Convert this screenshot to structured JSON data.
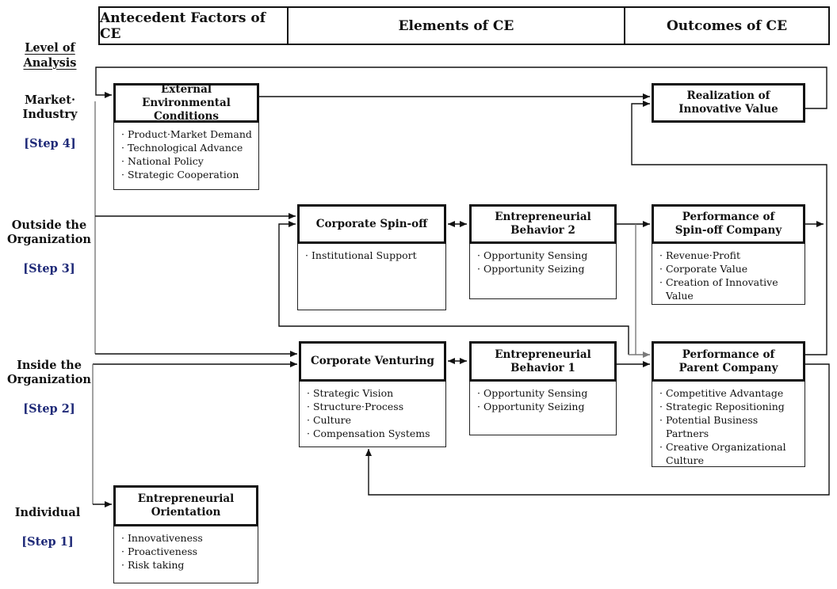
{
  "header": {
    "cells": [
      "Antecedent Factors of CE",
      "Elements of CE",
      "Outcomes of CE"
    ]
  },
  "sidebar": {
    "title": "Level of\nAnalysis",
    "levels": [
      {
        "label": "Market·\nIndustry",
        "step": "[Step 4]"
      },
      {
        "label": "Outside the\nOrganization",
        "step": "[Step 3]"
      },
      {
        "label": "Inside the\nOrganization",
        "step": "[Step 2]"
      },
      {
        "label": "Individual",
        "step": "[Step 1]"
      }
    ]
  },
  "boxes": {
    "ext_env": {
      "title": "External Environmental\nConditions",
      "bullets": [
        "Product·Market Demand",
        "Technological Advance",
        "National Policy",
        "Strategic Cooperation"
      ]
    },
    "realization": {
      "title": "Realization of\nInnovative Value"
    },
    "spin_off": {
      "title": "Corporate Spin-off",
      "bullets": [
        "Institutional Support"
      ]
    },
    "eb2": {
      "title": "Entrepreneurial\nBehavior 2",
      "bullets": [
        "Opportunity Sensing",
        "Opportunity Seizing"
      ]
    },
    "perf_spin_off": {
      "title": "Performance of\nSpin-off Company",
      "bullets": [
        "Revenue·Profit",
        "Corporate Value",
        "Creation of Innovative Value"
      ]
    },
    "venturing": {
      "title": "Corporate Venturing",
      "bullets": [
        "Strategic Vision",
        "Structure·Process",
        "Culture",
        "Compensation Systems"
      ]
    },
    "eb1": {
      "title": "Entrepreneurial\nBehavior 1",
      "bullets": [
        "Opportunity Sensing",
        "Opportunity Seizing"
      ]
    },
    "perf_parent": {
      "title": "Performance of\nParent Company",
      "bullets": [
        "Competitive Advantage",
        "Strategic Repositioning",
        "Potential Business Partners",
        "Creative Organizational Culture"
      ]
    },
    "eo": {
      "title": "Entrepreneurial\nOrientation",
      "bullets": [
        "Innovativeness",
        "Proactiveness",
        "Risk taking"
      ]
    }
  },
  "colors": {
    "step_label": "#1f2a78",
    "line": "#111111",
    "line_gray": "#7a7a7a",
    "border": "#111111"
  }
}
